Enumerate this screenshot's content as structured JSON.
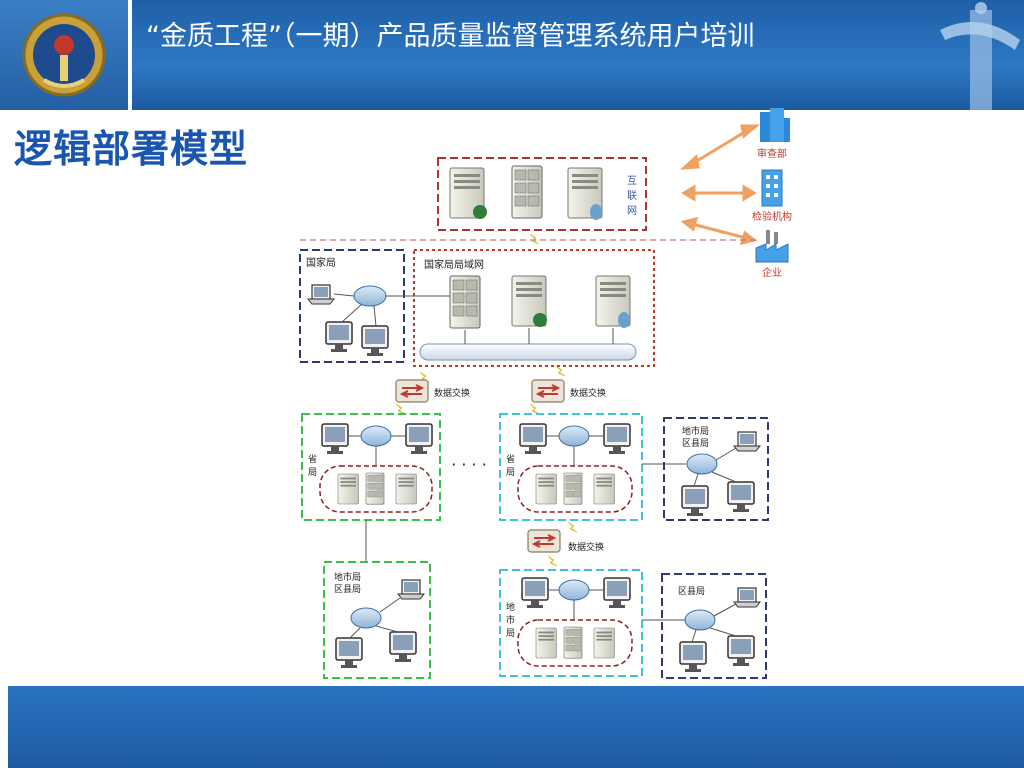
{
  "header": {
    "title": "“金质工程”（一期）产品质量监督管理系统用户培训"
  },
  "slide": {
    "heading": "逻辑部署模型"
  },
  "diagram": {
    "internet_label": "互\n联\n网",
    "external_entities": [
      "审查部",
      "检验机构",
      "企业"
    ],
    "national_bureau": "国家局",
    "national_lan": "国家局局域网",
    "data_exchange": "数据交换",
    "province_bureau": "省局",
    "city_county_bureau": "地市局\n区县局",
    "city_bureau": "地市局",
    "county_bureau": "区县局",
    "ellipsis": "· · · ·"
  },
  "colors": {
    "header_blue": "#1f5fa8",
    "heading_blue": "#1a56b0",
    "red_dashed": "#b0352f",
    "navy_dashed": "#2e3a78",
    "green_dashed": "#39c24a",
    "cyan_dashed": "#3ec6d8",
    "arrow_orange": "#f0a060"
  }
}
